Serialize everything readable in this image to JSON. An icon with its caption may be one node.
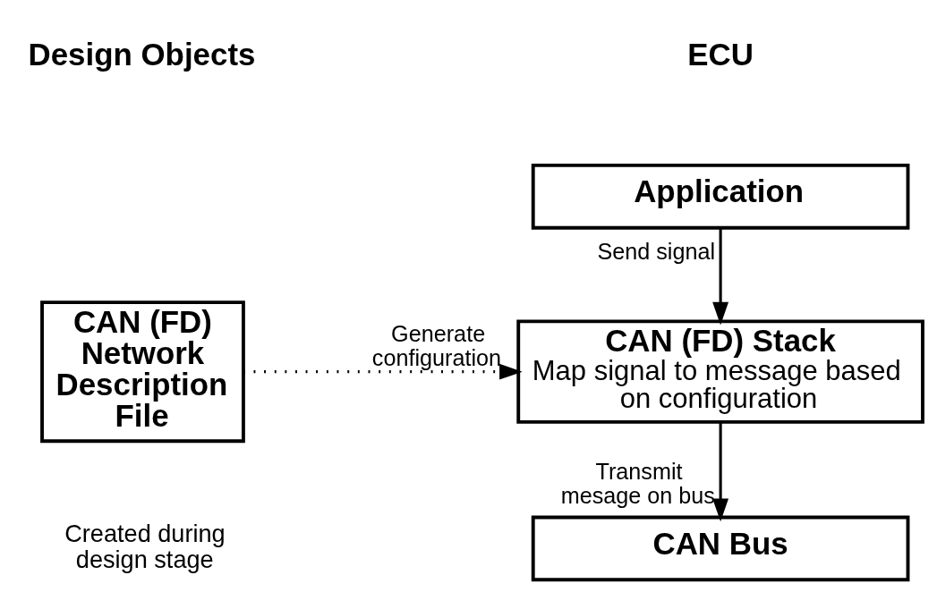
{
  "diagram": {
    "nodes": [
      {
        "text": [
          "CAN (FD) Network Description File"
        ],
        "beside": [
          "Created during design stage"
        ]
      },
      {
        "text": [
          "Application"
        ]
      },
      {
        "text": [
          "CAN (FD) Stack",
          "Map signal to message based on configuration"
        ]
      },
      {
        "text": [
          "CAN Bus"
        ]
      }
    ],
    "edges": [
      {
        "from": 0,
        "to": 2,
        "arrow": "to",
        "style": "dashed",
        "label": "Generate configuration"
      },
      {
        "from": 1,
        "to": 2,
        "arrow": "to",
        "label": "Send signal"
      },
      {
        "from": 2,
        "to": 3,
        "arrow": "to",
        "label": "Transmit mesage on bus"
      }
    ],
    "labels": [
      "Design Objects",
      "ECU"
    ]
  }
}
